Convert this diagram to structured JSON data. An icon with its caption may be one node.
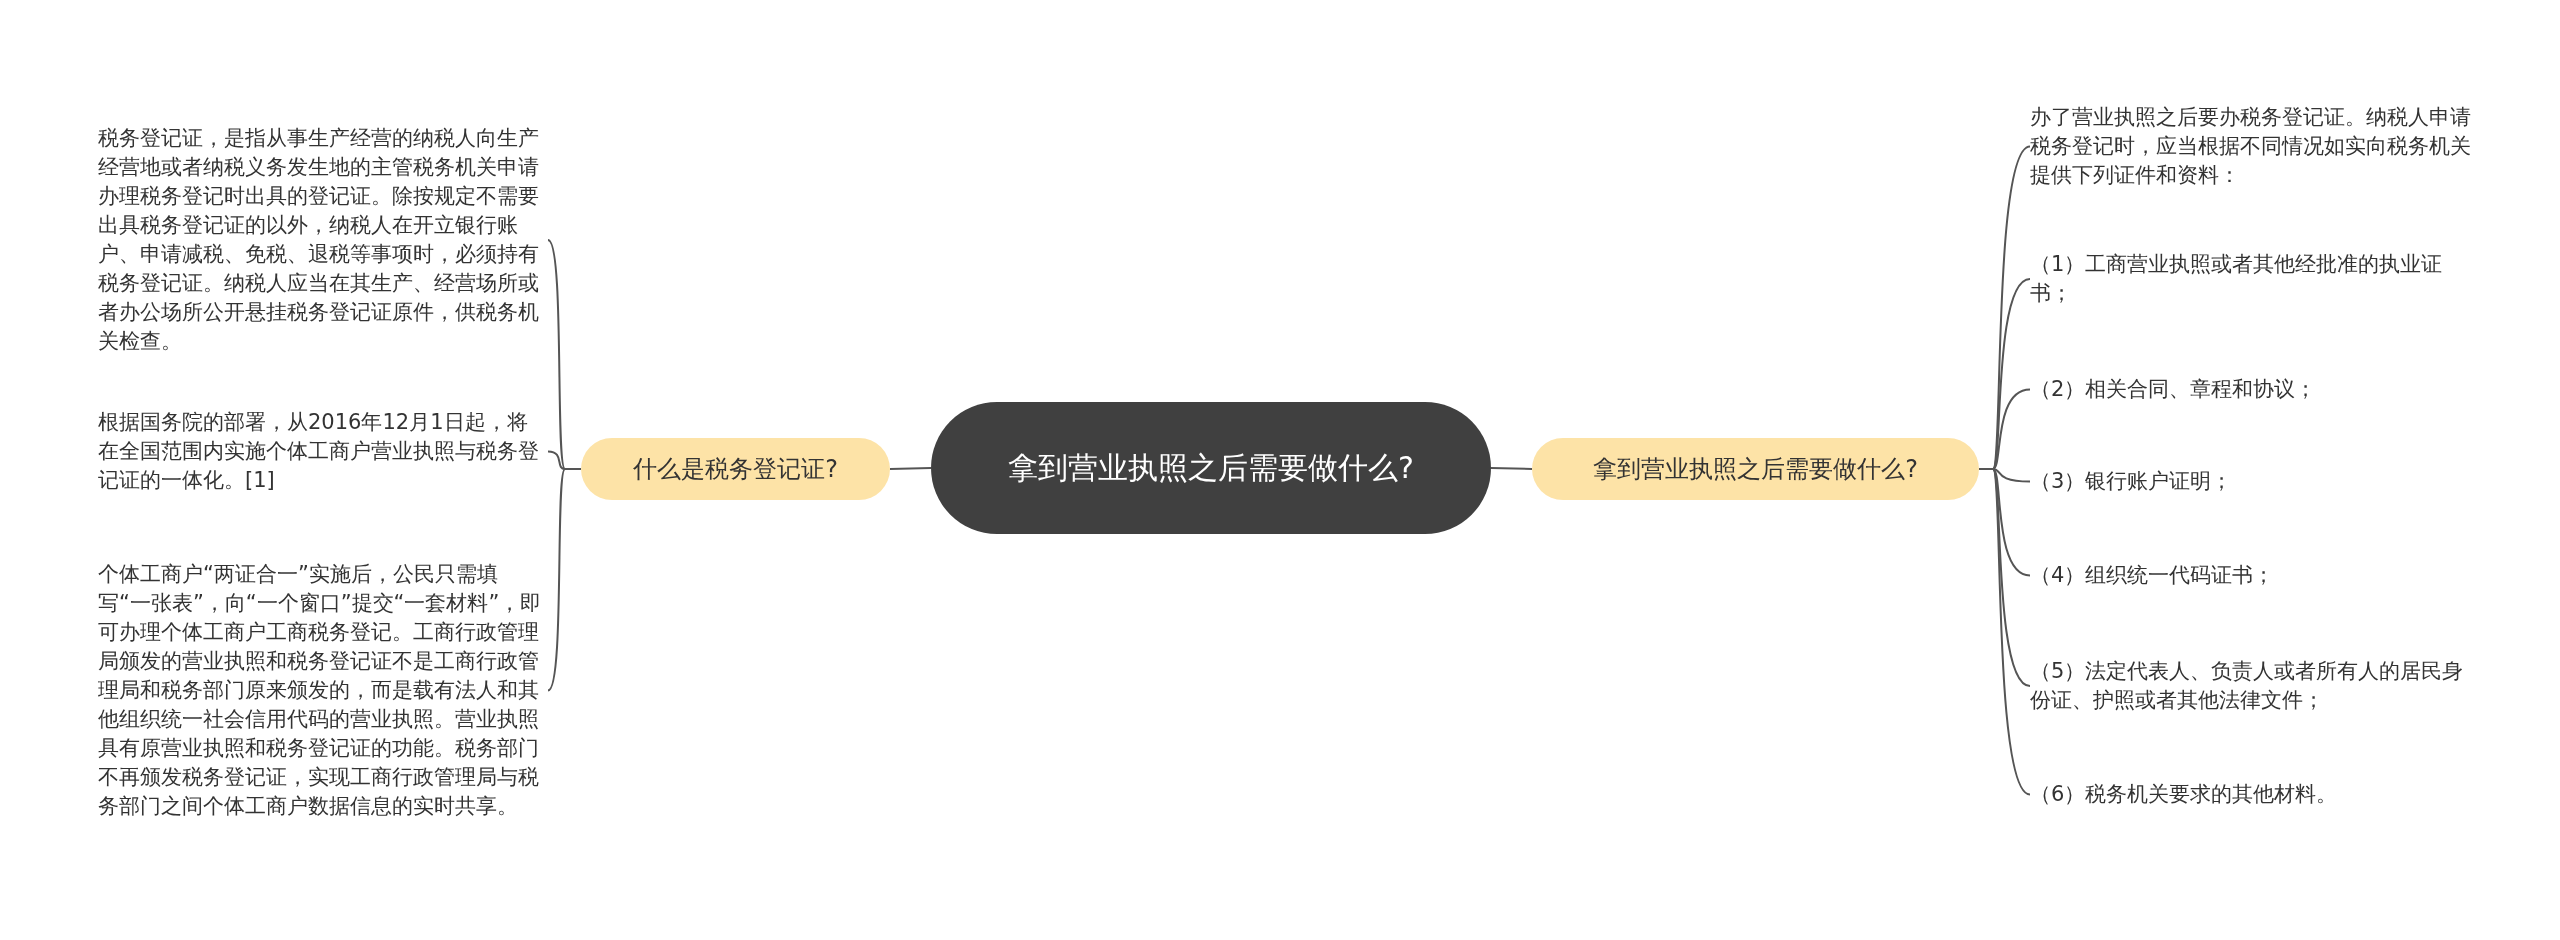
{
  "diagram": {
    "nodes": [
      {
        "text": [
          "拿到营业执照之后需要做什么?"
        ]
      },
      {
        "text": [
          "什么是税务登记证?"
        ]
      },
      {
        "text": [
          "拿到营业执照之后需要做什么?"
        ]
      },
      {
        "text": [
          "税务登记证，是指从事生产经营的纳税人向生产经营地或者纳税义务发生地的主管税务机关申请办理税务登记时出具的登记证。除按规定不需要出具税务登记证的以外，纳税人在开立银行账户、申请减税、免税、退税等事项时，必须持有税务登记证。纳税人应当在其生产、经营场所或者办公场所公开悬挂税务登记证原件，供税务机关检查。"
        ]
      },
      {
        "text": [
          "根据国务院的部署，从2016年12月1日起，将在全国范围内实施个体工商户营业执照与税务登记证的一体化。[1]"
        ]
      },
      {
        "text": [
          "个体工商户“两证合一”实施后，公民只需填写“一张表”，向“一个窗口”提交“一套材料”，即可办理个体工商户工商税务登记。工商行政管理局颁发的营业执照和税务登记证不是工商行政管理局和税务部门原来颁发的，而是载有法人和其他组织统一社会信用代码的营业执照。营业执照具有原营业执照和税务登记证的功能。税务部门不再颁发税务登记证，实现工商行政管理局与税务部门之间个体工商户数据信息的实时共享。"
        ]
      },
      {
        "text": [
          "办了营业执照之后要办税务登记证。纳税人申请税务登记时，应当根据不同情况如实向税务机关提供下列证件和资料："
        ]
      },
      {
        "text": [
          "（1）工商营业执照或者其他经批准的执业证书；"
        ]
      },
      {
        "text": [
          "（2）相关合同、章程和协议；"
        ]
      },
      {
        "text": [
          "（3）银行账户证明；"
        ]
      },
      {
        "text": [
          "（4）组织统一代码证书；"
        ]
      },
      {
        "text": [
          "（5）法定代表人、负责人或者所有人的居民身份证、护照或者其他法律文件；"
        ]
      },
      {
        "text": [
          "（6）税务机关要求的其他材料。"
        ]
      }
    ],
    "edges": [
      {
        "from": 0,
        "to": 1,
        "arrow": "none"
      },
      {
        "from": 0,
        "to": 2,
        "arrow": "none"
      },
      {
        "from": 1,
        "to": 3,
        "arrow": "none"
      },
      {
        "from": 1,
        "to": 4,
        "arrow": "none"
      },
      {
        "from": 1,
        "to": 5,
        "arrow": "none"
      },
      {
        "from": 2,
        "to": 6,
        "arrow": "none"
      },
      {
        "from": 2,
        "to": 7,
        "arrow": "none"
      },
      {
        "from": 2,
        "to": 8,
        "arrow": "none"
      },
      {
        "from": 2,
        "to": 9,
        "arrow": "none"
      },
      {
        "from": 2,
        "to": 10,
        "arrow": "none"
      },
      {
        "from": 2,
        "to": 11,
        "arrow": "none"
      },
      {
        "from": 2,
        "to": 12,
        "arrow": "none"
      }
    ]
  }
}
